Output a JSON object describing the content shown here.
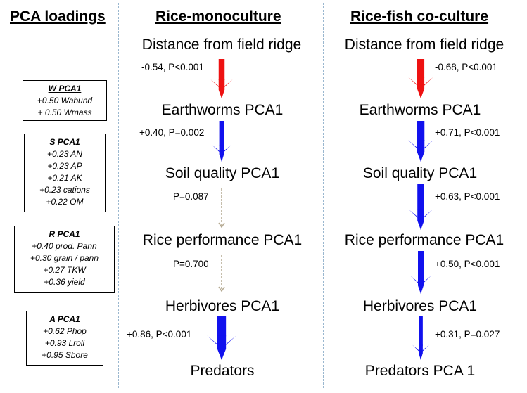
{
  "headings": {
    "loadings": "PCA loadings",
    "mono": "Rice-monoculture",
    "cofish": "Rice-fish co-culture"
  },
  "loadings": [
    {
      "title": "W PCA1",
      "lines": [
        "+0.50 Wabund",
        "+ 0.50 Wmass"
      ]
    },
    {
      "title": "S PCA1",
      "lines": [
        "+0.23 AN",
        "+0.23 AP",
        "+0.21 AK",
        "+0.23 cations",
        "+0.22 OM"
      ]
    },
    {
      "title": "R PCA1",
      "lines": [
        "+0.40 prod. Pann",
        "+0.30 grain / pann",
        "+0.27 TKW",
        "+0.36 yield"
      ]
    },
    {
      "title": "A PCA1",
      "lines": [
        "+0.62 Phop",
        "+0.93 Lroll",
        "+0.95 Sbore"
      ]
    }
  ],
  "mono": {
    "nodes": [
      "Distance from field ridge",
      "Earthworms PCA1",
      "Soil quality PCA1",
      "Rice performance PCA1",
      "Herbivores PCA1",
      "Predators"
    ],
    "links": [
      {
        "label": "-0.54, P<0.001",
        "effect": -0.54,
        "significant": true
      },
      {
        "label": "+0.40, P=0.002",
        "effect": 0.4,
        "significant": true
      },
      {
        "label": "P=0.087",
        "effect": null,
        "significant": false
      },
      {
        "label": "P=0.700",
        "effect": null,
        "significant": false
      },
      {
        "label": "+0.86, P<0.001",
        "effect": 0.86,
        "significant": true
      }
    ]
  },
  "cofish": {
    "nodes": [
      "Distance from field ridge",
      "Earthworms PCA1",
      "Soil quality PCA1",
      "Rice performance PCA1",
      "Herbivores PCA1",
      "Predators PCA 1"
    ],
    "links": [
      {
        "label": "-0.68, P<0.001",
        "effect": -0.68,
        "significant": true
      },
      {
        "label": "+0.71, P<0.001",
        "effect": 0.71,
        "significant": true
      },
      {
        "label": "+0.63, P<0.001",
        "effect": 0.63,
        "significant": true
      },
      {
        "label": "+0.50, P<0.001",
        "effect": 0.5,
        "significant": true
      },
      {
        "label": "+0.31, P=0.027",
        "effect": 0.31,
        "significant": true
      }
    ]
  },
  "colors": {
    "negative": "#ee1111",
    "positive": "#1111ee",
    "nonsignificant": "#b4a890",
    "divider": "#9ab7cf"
  }
}
